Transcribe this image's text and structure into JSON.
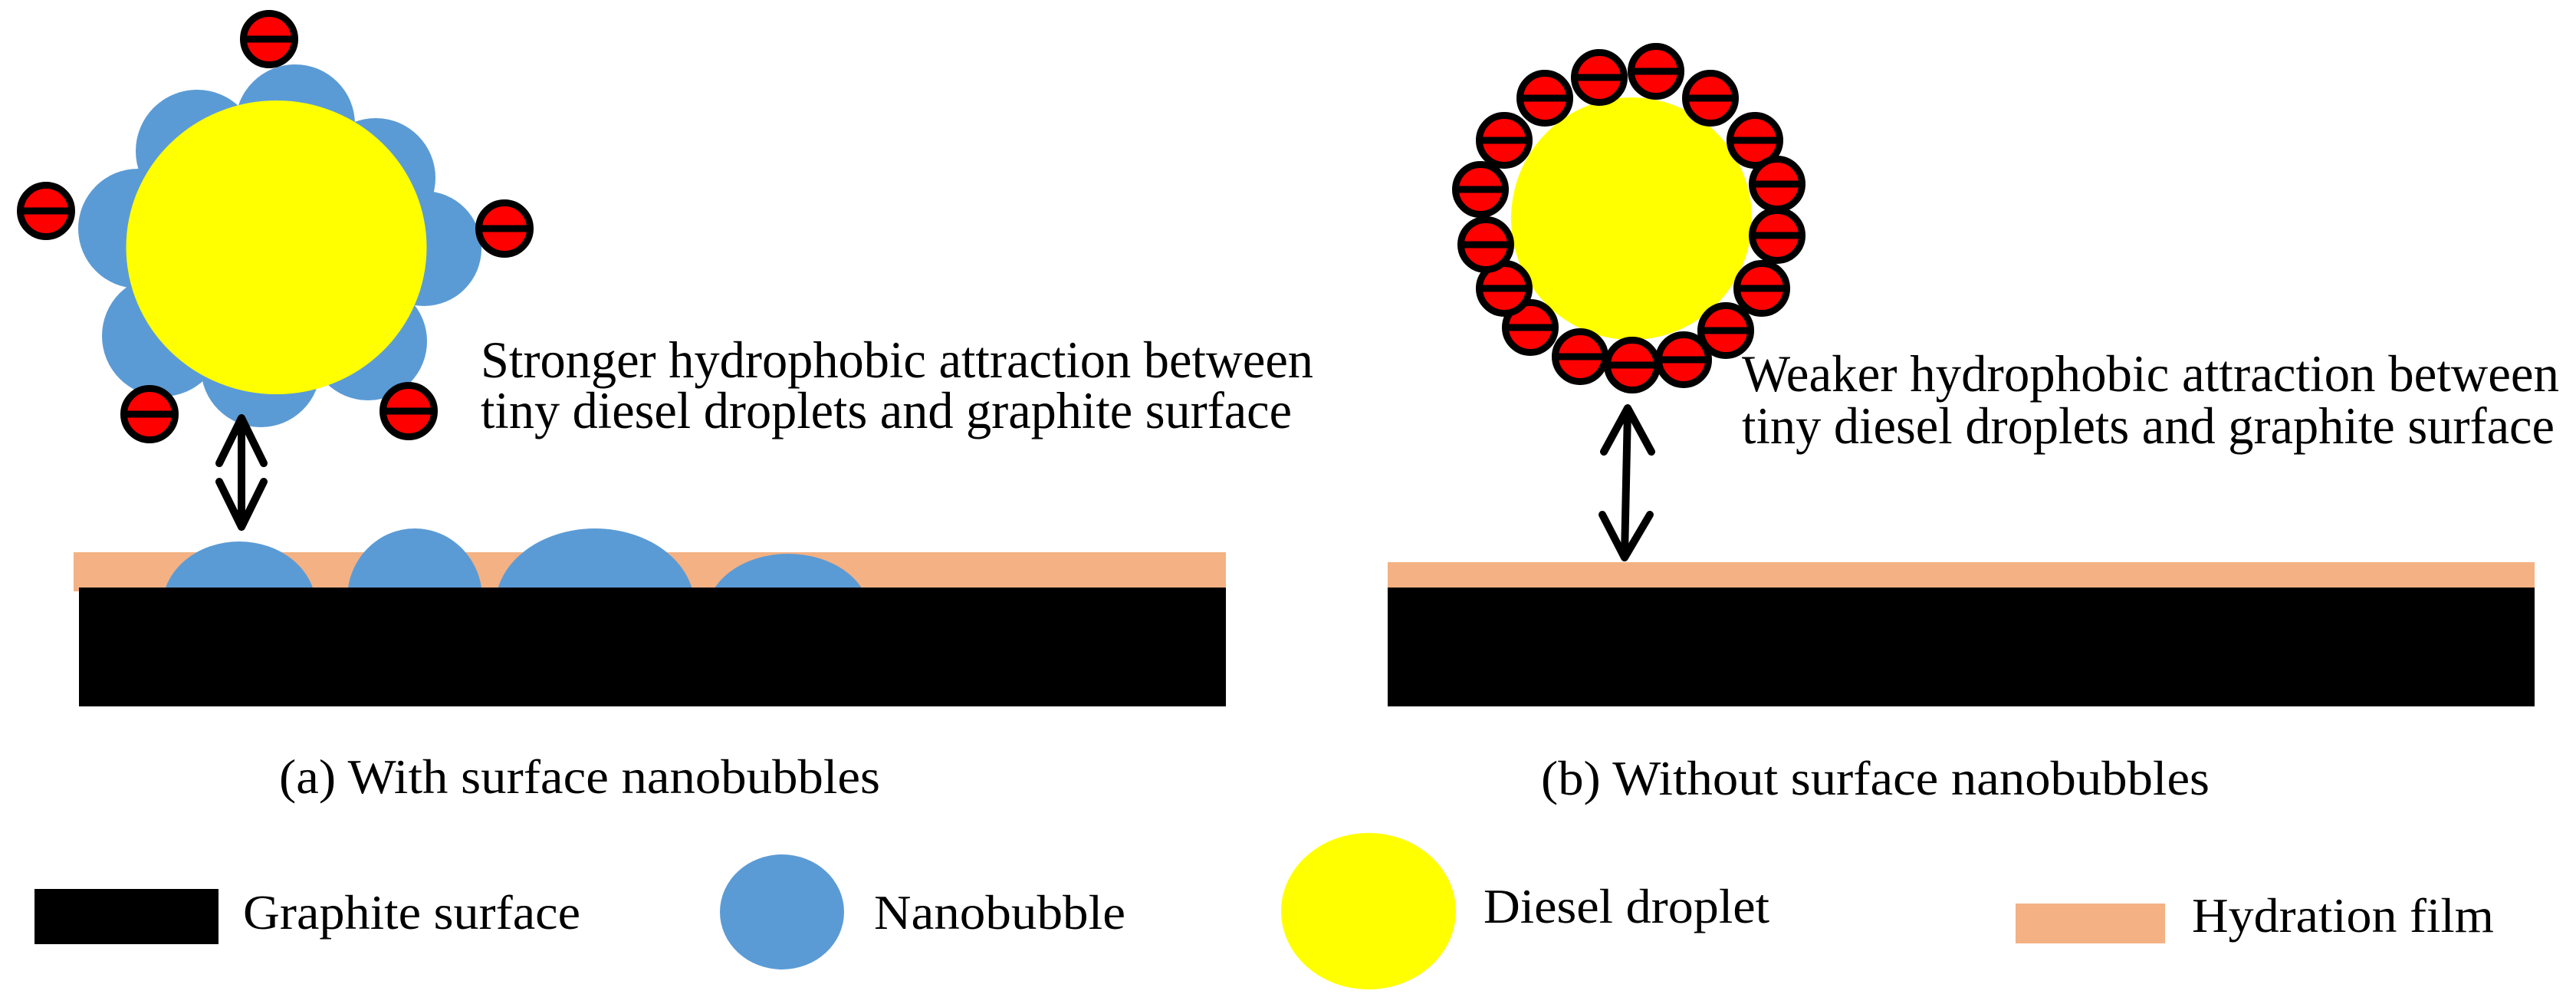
{
  "colors": {
    "graphite": "#000000",
    "nanobubble": "#5b9bd5",
    "diesel": "#ffff00",
    "hydration_film": "#f4b183",
    "charge_fill": "#ff0000",
    "charge_stroke": "#000000"
  },
  "panel_a": {
    "description_line1": "Stronger hydrophobic attraction between",
    "description_line2": "tiny diesel droplets and graphite surface",
    "caption": "(a) With surface nanobubbles",
    "charge_symbol": "minus-sign",
    "charge_count": 5,
    "surface_nanobubble_count": 4,
    "droplet_nanobubble_count": 8
  },
  "panel_b": {
    "description_line1": "Weaker hydrophobic attraction between",
    "description_line2": "tiny diesel droplets and graphite surface",
    "caption": "(b) Without surface nanobubbles",
    "charge_symbol": "minus-sign",
    "charge_count": 17
  },
  "legend": {
    "items": [
      {
        "label": "Graphite surface",
        "swatch": "rectangle",
        "color": "#000000"
      },
      {
        "label": "Nanobubble",
        "swatch": "ellipse",
        "color": "#5b9bd5"
      },
      {
        "label": "Diesel droplet",
        "swatch": "ellipse",
        "color": "#ffff00"
      },
      {
        "label": "Hydration film",
        "swatch": "rectangle",
        "color": "#f4b183"
      }
    ]
  }
}
